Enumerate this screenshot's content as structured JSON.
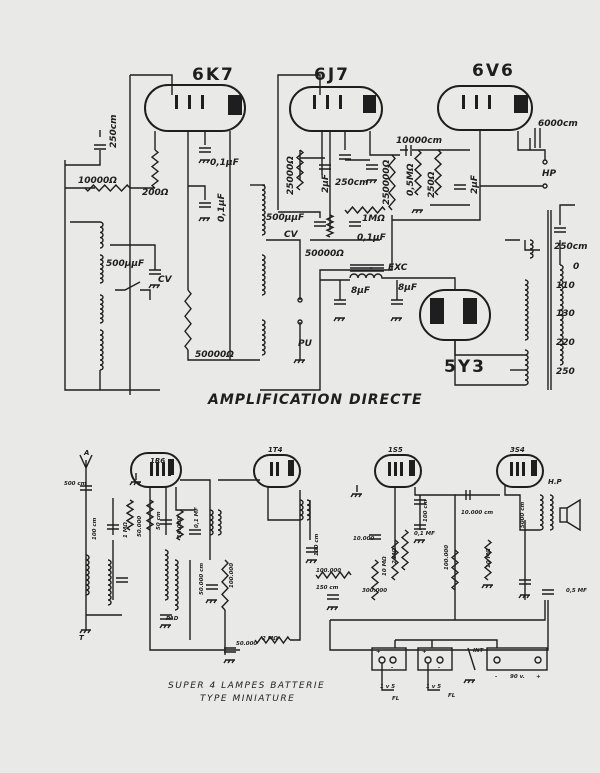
{
  "top_schematic": {
    "title": "AMPLIFICATION DIRECTE",
    "tubes": [
      "6K7",
      "6J7",
      "6V6",
      "5Y3"
    ],
    "labels": [
      "250cm",
      "10000Ω",
      "200Ω",
      "0,1µF",
      "0,1µF",
      "500µµF",
      "CV",
      "50000Ω",
      "25000Ω",
      "2µF",
      "250cm",
      "250000Ω",
      "10000cm",
      "0,5MΩ",
      "250Ω",
      "2µF",
      "6000cm",
      "HP",
      "500µµF",
      "CV",
      "1MΩ",
      "0,1µF",
      "50000Ω",
      "EXC",
      "8µF",
      "8µF",
      "PU",
      "250cm",
      "0",
      "110",
      "130",
      "220",
      "250"
    ]
  },
  "bottom_schematic": {
    "title_line1": "SUPER 4 LAMPES BATTERIE",
    "title_line2": "TYPE MINIATURE",
    "tubes": [
      "1R6",
      "1T4",
      "1S5",
      "3S4"
    ],
    "labels": [
      "A",
      "500 cm",
      "T",
      "100 cm",
      "1 MΩ",
      "50.000",
      "50 cm",
      "10.000",
      "0,1 MF",
      "PAD",
      "50.000 cm",
      "100.000",
      "50.000",
      "2 MΩ",
      "100 cm",
      "100.000",
      "150 cm",
      "300.000",
      "10.000",
      "10 MΩ",
      "2 MΩ",
      "0,1 MF",
      "100 cm",
      "100.000",
      "10.000 cm",
      "10 MΩ",
      "5000 cm",
      "H.P",
      "0,5 MF",
      "1 v 5",
      "1 v 5",
      "INT",
      "90 v.",
      "FL",
      "FL",
      "+",
      "-",
      "+",
      "-",
      "-",
      "+"
    ]
  },
  "colors": {
    "paper": "#e9e9e7",
    "ink": "#1e1e1e"
  }
}
